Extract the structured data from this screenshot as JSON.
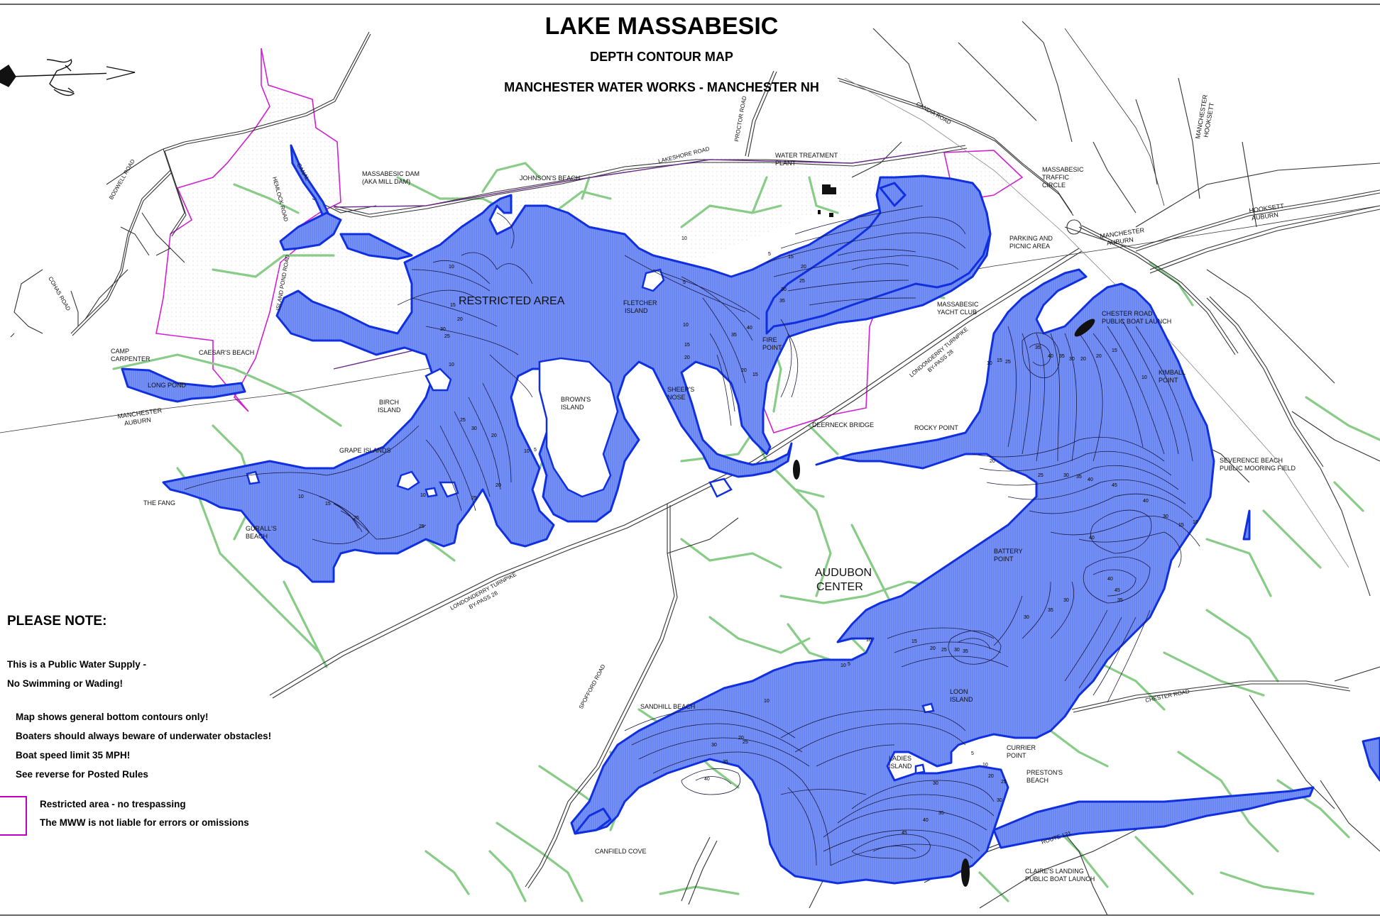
{
  "title": "LAKE MASSABESIC",
  "subtitle": "DEPTH CONTOUR MAP",
  "publisher": "MANCHESTER WATER WORKS - MANCHESTER NH",
  "colors": {
    "water": "#5b7cf0",
    "shore": "#1030e0",
    "trail": "#88cc88",
    "restricted": "#d020d0",
    "road": "#222222"
  },
  "labels": {
    "restricted_area": "RESTRICTED AREA",
    "audubon": [
      "AUDUBON",
      "CENTER"
    ],
    "johnsons_beach": "JOHNSON'S BEACH",
    "massabesic_dam": [
      "MASSABESIC DAM",
      "(AKA MILL DAM)"
    ],
    "water_treatment": [
      "WATER TREATMENT",
      "PLANT"
    ],
    "massabesic_traffic": [
      "MASSABESIC",
      "TRAFFIC",
      "CIRCLE"
    ],
    "parking": [
      "PARKING AND",
      "PICNIC AREA"
    ],
    "chester_launch": [
      "CHESTER ROAD",
      "PUBLIC BOAT LAUNCH"
    ],
    "yacht_club": [
      "MASSABESIC",
      "YACHT CLUB"
    ],
    "fletcher": [
      "FLETCHER",
      "ISLAND"
    ],
    "fire_point": [
      "FIRE",
      "POINT"
    ],
    "camp_carpenter": [
      "CAMP",
      "CARPENTER"
    ],
    "long_pond": "LONG POND",
    "caesars_beach": "CAESAR'S BEACH",
    "birch_island": [
      "BIRCH",
      "ISLAND"
    ],
    "browns_island": [
      "BROWN'S",
      "ISLAND"
    ],
    "sheeps_nose": [
      "SHEEP'S",
      "NOSE"
    ],
    "deerneck": "DEERNECK BRIDGE",
    "rocky_point": "ROCKY POINT",
    "kimball": [
      "KIMBALL",
      "POINT"
    ],
    "severence": [
      "SEVERENCE BEACH",
      "PUBLIC MOORING FIELD"
    ],
    "grape_islands": "GRAPE ISLANDS",
    "the_fang": "THE FANG",
    "guralls": [
      "GURALL'S",
      "BEACH"
    ],
    "battery": [
      "BATTERY",
      "POINT"
    ],
    "sandhill": "SANDHILL BEACH",
    "loon": [
      "LOON",
      "ISLAND"
    ],
    "ladies": [
      "LADIES",
      "ISLAND"
    ],
    "currier": [
      "CURRIER",
      "POINT"
    ],
    "prestons": [
      "PRESTON'S",
      "BEACH"
    ],
    "canfield": "CANFIELD COVE",
    "claires": [
      "CLAIRE'S  LANDING",
      "PUBLIC BOAT LAUNCH"
    ],
    "manchester_auburn_w": [
      "MANCHESTER",
      "AUBURN"
    ],
    "manchester_auburn_e": [
      "MANCHESTER",
      "AUBURN"
    ],
    "hooksett_auburn": [
      "HOOKSETT",
      "AUBURN"
    ],
    "manchester_hooksett": [
      "MANCHESTER",
      "HOOKSETT"
    ]
  },
  "roads": {
    "candia": "CANDIA ROAD",
    "lakeshore": "LAKESHORE ROAD",
    "proctor": "PROCTOR ROAD",
    "bodwell": "BODWELL ROAD",
    "canal": "CANAL",
    "hemlock": "HEMLOCK ROAD",
    "island_pond": "ISLAND POND ROAD",
    "cohas": "COHAS ROAD",
    "londonderry_upper": [
      "LONDONDERRY TURNPIKE",
      "BY-PASS 28"
    ],
    "londonderry_lower": [
      "LONDONDERRY TURNPIKE",
      "BY-PASS 28"
    ],
    "spofford": "SPOFFORD ROAD",
    "chester": "CHESTER ROAD",
    "route121": "ROUTE 121"
  },
  "depth_labels": [
    "5",
    "10",
    "15",
    "20",
    "25",
    "30",
    "35",
    "40",
    "45"
  ],
  "notes": {
    "heading": "PLEASE NOTE:",
    "lines": [
      "This is a Public Water Supply -",
      "No Swimming or Wading!"
    ],
    "rules": [
      "Map shows general bottom contours only!",
      "Boaters should always beware of underwater obstacles!",
      "Boat speed limit 35 MPH!",
      "See reverse for Posted Rules"
    ]
  },
  "legend": {
    "line1": "Restricted area - no trespassing",
    "line2": "The MWW is not liable for errors or omissions"
  }
}
